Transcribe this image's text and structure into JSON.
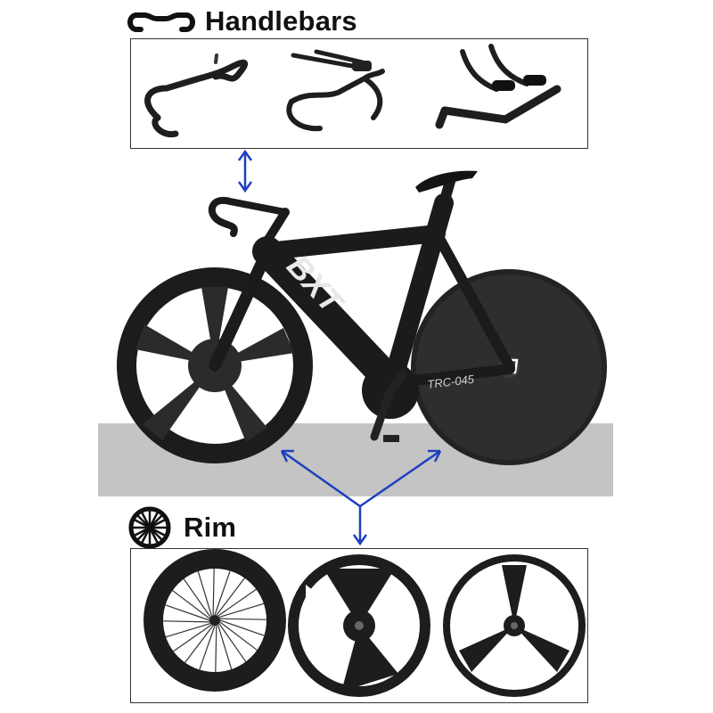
{
  "sections": {
    "handlebars": {
      "title": "Handlebars",
      "icon": "handlebar-icon",
      "options": [
        "drop-handlebar-icon",
        "aero-drop-handlebar-icon",
        "tt-aerobar-icon"
      ]
    },
    "rim": {
      "title": "Rim",
      "icon": "wheel-spokes-icon",
      "options": [
        "spoked-deep-rim-wheel-icon",
        "tri-spoke-wide-wheel-icon",
        "tri-spoke-thin-wheel-icon"
      ]
    }
  },
  "bike": {
    "brand_mark": "BXT",
    "model_mark": "TRC-045"
  },
  "colors": {
    "accent_arrow": "#1f3fbf",
    "ground": "#c4c4c4",
    "frame": "#1b1b1b",
    "panel_border": "#333333"
  }
}
